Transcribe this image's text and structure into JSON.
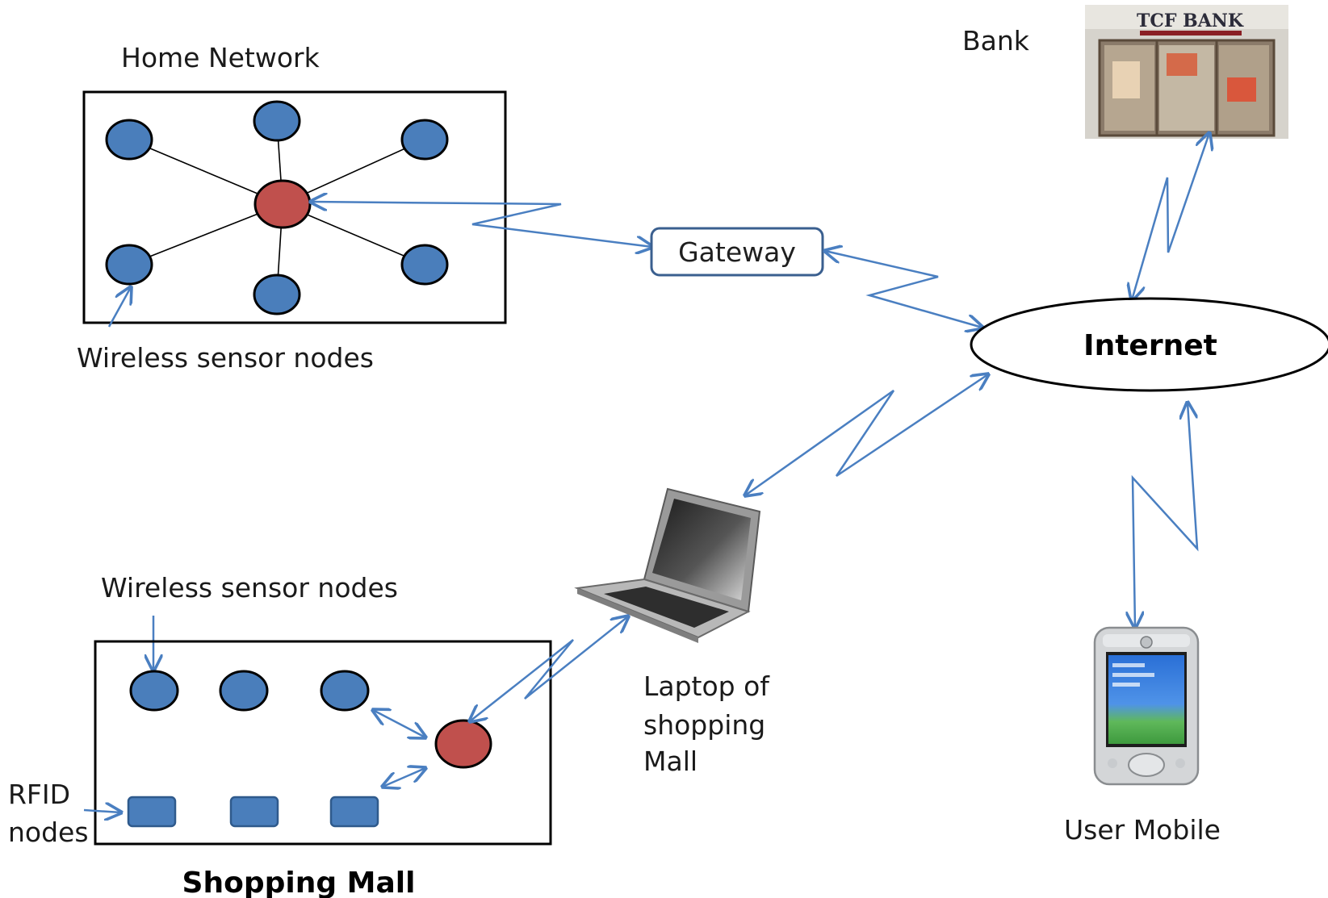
{
  "labels": {
    "home_network": "Home Network",
    "wireless_nodes_top": "Wireless sensor  nodes",
    "gateway": "Gateway",
    "bank": "Bank",
    "internet": "Internet",
    "laptop_line1": "Laptop of",
    "laptop_line2": "shopping",
    "laptop_line3": "Mall",
    "wireless_nodes_bottom": "Wireless sensor  nodes",
    "rfid_line1": "RFID",
    "rfid_line2": "nodes",
    "user_mobile": "User Mobile",
    "shopping_mall": "Shopping Mall"
  },
  "bank_sign": "TCF BANK",
  "colors": {
    "link": "#4a7fc1",
    "sensor_node": "#4a7ebb",
    "central_node": "#c0504d",
    "gateway_border": "#3a5f8f"
  },
  "icons": [
    "bank-photo-icon",
    "laptop-icon",
    "mobile-phone-icon"
  ]
}
